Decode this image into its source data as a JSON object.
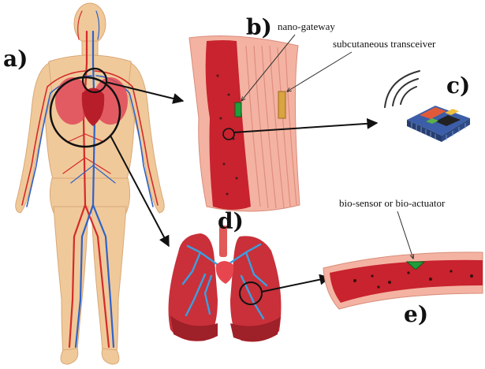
{
  "labels": {
    "a": "a)",
    "b": "b)",
    "c": "c)",
    "d": "d)",
    "e": "e)"
  },
  "annotations": {
    "nano_gateway": "nano-gateway",
    "subcutaneous_transceiver": "subcutaneous transceiver",
    "bio_sensor": "bio-sensor or bio-actuator"
  },
  "colors": {
    "skin": "#f0c99a",
    "artery": "#d42a2a",
    "vein": "#2f63c8",
    "tissue": "#f2a99a",
    "muscle": "#c8232e",
    "gateway": "#1e9e3a",
    "transceiver": "#d9a441",
    "lung": "#c9303a",
    "lung_vessel": "#3aa0e0",
    "chip_base": "#3c5ea8"
  },
  "icons": {
    "wireless": "wireless-signal-icon",
    "chip": "nanochip-icon"
  }
}
